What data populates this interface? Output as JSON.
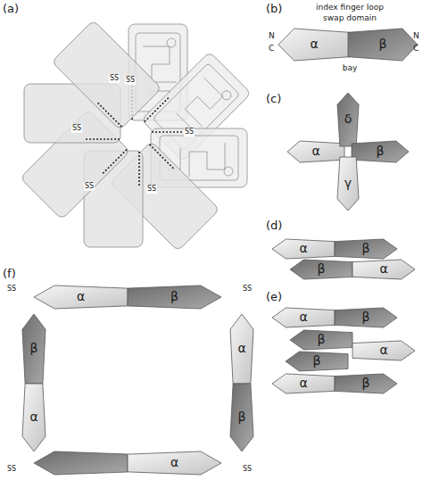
{
  "diagram": {
    "nodes": [
      {
        "text": [
          "α"
        ]
      },
      {
        "text": [
          "β"
        ]
      },
      {
        "text": [
          "α"
        ]
      },
      {
        "text": [
          "δ"
        ]
      },
      {
        "text": [
          "β"
        ]
      },
      {
        "text": [
          "γ"
        ]
      },
      {
        "text": [
          "α"
        ]
      },
      {
        "text": [
          "β"
        ]
      },
      {
        "text": [
          "β"
        ]
      },
      {
        "text": [
          "α"
        ]
      },
      {
        "text": [
          "α"
        ]
      },
      {
        "text": [
          "β"
        ]
      },
      {
        "text": [
          "β"
        ]
      },
      {
        "text": [
          "α"
        ]
      },
      {
        "text": [
          "β"
        ]
      },
      {
        "text": [
          "α"
        ]
      },
      {
        "text": [
          "β"
        ]
      },
      {
        "text": [
          "α"
        ]
      },
      {
        "text": [
          "β"
        ]
      },
      {
        "text": [
          "β"
        ]
      },
      {
        "text": [
          "α"
        ]
      },
      {
        "text": [
          "α"
        ]
      },
      {
        "text": [
          "β"
        ]
      },
      {
        "text": [
          "α"
        ]
      }
    ],
    "labels": [
      "(a)",
      "SS",
      "SS",
      "SS",
      "SS",
      "SS",
      "SS",
      "(b)",
      "index finger loop",
      "swap domain",
      "bay",
      "N",
      "C",
      "N",
      "C",
      "(c)",
      "(d)",
      "(e)",
      "(f)",
      "SS",
      "SS",
      "SS",
      "SS"
    ]
  }
}
